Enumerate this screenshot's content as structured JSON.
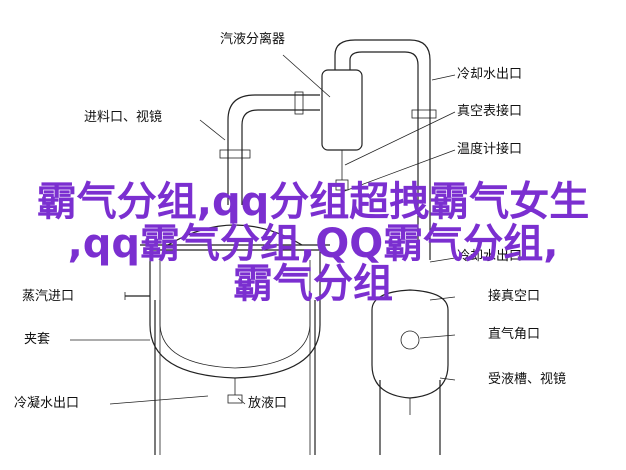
{
  "labels": {
    "condenser": "汽液分离器",
    "cooling_water_outlet_top": "冷却水出口",
    "feed_port": "进料口、视镜",
    "vacuum_gauge_port": "真空表接口",
    "thermometer_port": "温度计接口",
    "cooling_water_inlet": "冷却水出口",
    "steam_inlet": "蒸汽进口",
    "jacket": "夹套",
    "condensate_outlet": "冷凝水出口",
    "drain_port": "放液口",
    "vacuum_port": "接真空口",
    "vent_port": "直气角口",
    "receiver_tank": "受液槽、视镜",
    "angle_valve": "冷却水出口"
  },
  "overlay": {
    "line1": "霸气分组,qq分组超拽霸气女生",
    "line2": ",qq霸气分组,QQ霸气分组,",
    "line3": "霸气分组",
    "color": "#7b2fd0"
  }
}
